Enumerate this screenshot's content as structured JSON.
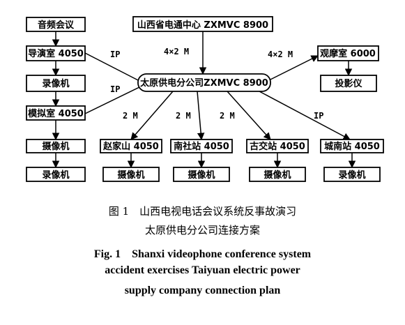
{
  "nodes": {
    "audio_conf": "音频会议",
    "shanxi_center": "山西省电通中心 ZXMVC 8900",
    "director_room": "导演室 4050",
    "observation_room": "观摩室 6000",
    "taiyuan_center": "太原供电分公司ZXMVC 8900",
    "recorder_left": "录像机",
    "projector": "投影仪",
    "simulation_room": "模拟室 4050",
    "camera_left": "摄像机",
    "recorder_left_bottom": "录像机",
    "zhaojiashan": "赵家山 4050",
    "nanshe": "南社站 4050",
    "gujiao": "古交站 4050",
    "chengnan": "城南站 4050",
    "camera_zhaojiashan": "摄像机",
    "camera_nanshe": "摄像机",
    "camera_gujiao": "摄像机",
    "recorder_chengnan": "录像机"
  },
  "edge_labels": {
    "director_ip": "IP",
    "simulation_ip": "IP",
    "center_link": "4×2 M",
    "observation_link": "4×2 M",
    "zhaojiashan_link": "2 M",
    "nanshe_link": "2 M",
    "gujiao_link": "2 M",
    "chengnan_ip": "IP"
  },
  "caption": {
    "cn_line1": "图 1　山西电视电话会议系统反事故演习",
    "cn_line2": "太原供电分公司连接方案",
    "en_line1": "Fig. 1　Shanxi videophone conference system",
    "en_line2": "accident exercises Taiyuan electric power",
    "en_line3": "supply company connection plan"
  }
}
